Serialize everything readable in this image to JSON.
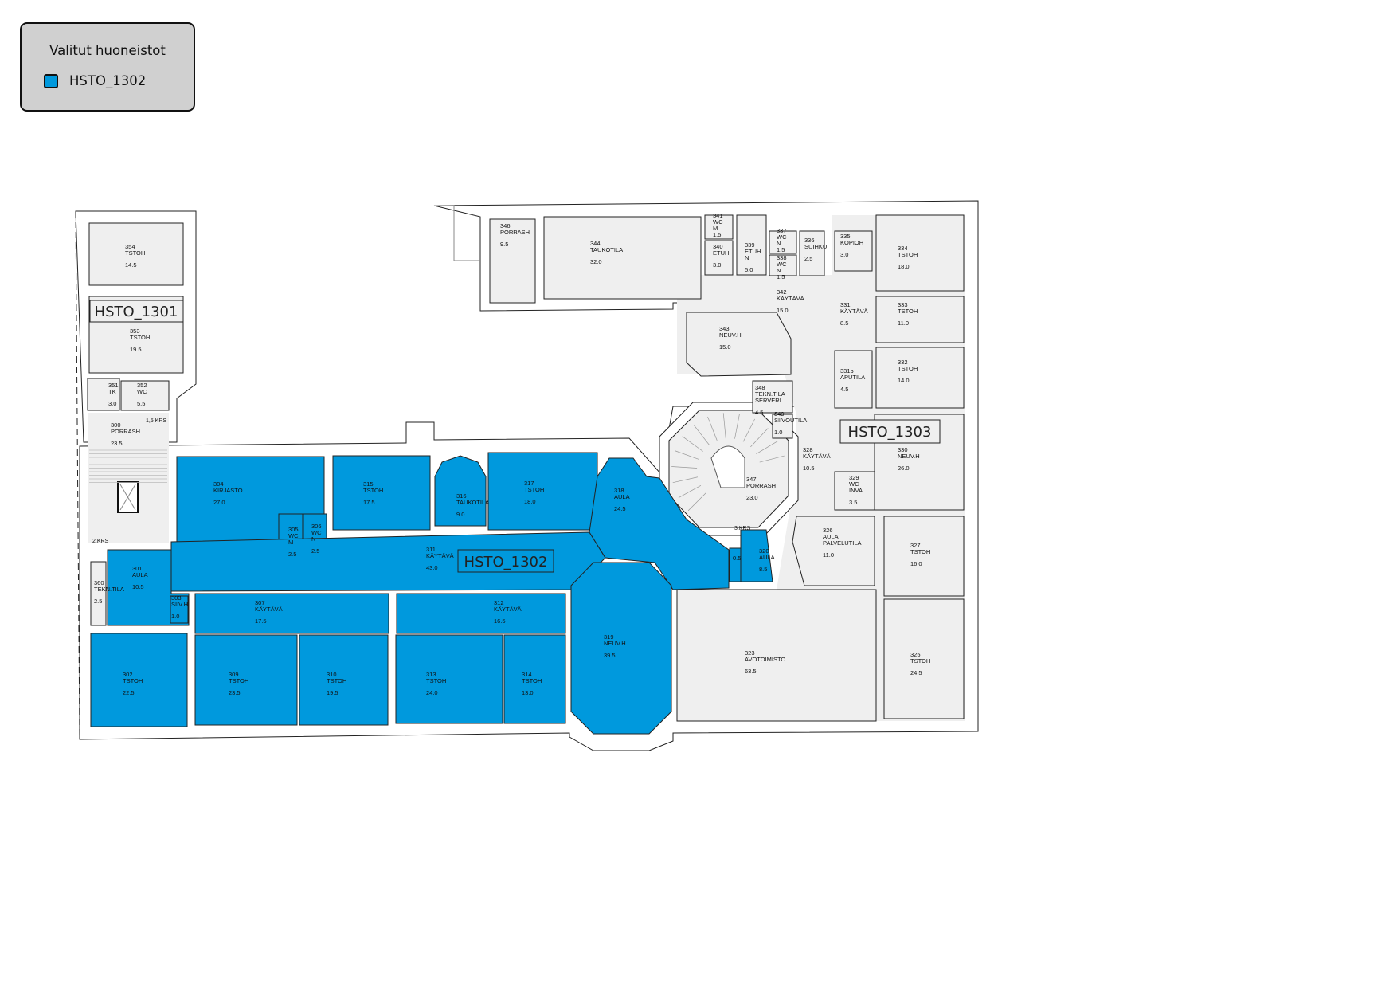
{
  "legend": {
    "title": "Valitut huoneistot",
    "items": [
      {
        "label": "HSTO_1302",
        "color": "#0099dd"
      }
    ]
  },
  "selected_apartment": "HSTO_1302",
  "colors": {
    "selected": "#0099dd",
    "room": "#efefef",
    "wall": "#ffffff",
    "line": "#222222"
  },
  "apartment_labels": [
    "HSTO_1301",
    "HSTO_1302",
    "HSTO_1303"
  ],
  "floor_labels": [
    "1,5 KRS",
    "2.KRS",
    "3.KRS"
  ],
  "rooms": [
    {
      "number": "354",
      "name": [
        "TSTOH"
      ],
      "area": "14.5",
      "apartment": "HSTO_1301"
    },
    {
      "number": "353",
      "name": [
        "TSTOH"
      ],
      "area": "19.5",
      "apartment": "HSTO_1301"
    },
    {
      "number": "351",
      "name": [
        "TK"
      ],
      "area": "3.0",
      "apartment": "HSTO_1301"
    },
    {
      "number": "352",
      "name": [
        "WC"
      ],
      "area": "5.5",
      "apartment": "HSTO_1301"
    },
    {
      "number": "300",
      "name": [
        "PORRASH"
      ],
      "area": "23.5",
      "apartment": ""
    },
    {
      "number": "360",
      "name": [
        "TEKN.TILA"
      ],
      "area": "2.5",
      "apartment": ""
    },
    {
      "number": "301",
      "name": [
        "AULA"
      ],
      "area": "10.5",
      "apartment": "HSTO_1302"
    },
    {
      "number": "303",
      "name": [
        "SIIV.H"
      ],
      "area": "1.0",
      "apartment": "HSTO_1302"
    },
    {
      "number": "304",
      "name": [
        "KIRJASTO"
      ],
      "area": "27.0",
      "apartment": "HSTO_1302"
    },
    {
      "number": "305",
      "name": [
        "WC",
        "M"
      ],
      "area": "2.5",
      "apartment": "HSTO_1302"
    },
    {
      "number": "306",
      "name": [
        "WC",
        "N"
      ],
      "area": "2.5",
      "apartment": "HSTO_1302"
    },
    {
      "number": "315",
      "name": [
        "TSTOH"
      ],
      "area": "17.5",
      "apartment": "HSTO_1302"
    },
    {
      "number": "316",
      "name": [
        "TAUKOTILA"
      ],
      "area": "9.0",
      "apartment": "HSTO_1302"
    },
    {
      "number": "317",
      "name": [
        "TSTOH"
      ],
      "area": "18.0",
      "apartment": "HSTO_1302"
    },
    {
      "number": "311",
      "name": [
        "KÄYTÄVÄ"
      ],
      "area": "43.0",
      "apartment": "HSTO_1302"
    },
    {
      "number": "318",
      "name": [
        "AULA"
      ],
      "area": "24.5",
      "apartment": "HSTO_1302"
    },
    {
      "number": "307",
      "name": [
        "KÄYTÄVÄ"
      ],
      "area": "17.5",
      "apartment": "HSTO_1302"
    },
    {
      "number": "312",
      "name": [
        "KÄYTÄVÄ"
      ],
      "area": "16.5",
      "apartment": "HSTO_1302"
    },
    {
      "number": "302",
      "name": [
        "TSTOH"
      ],
      "area": "22.5",
      "apartment": "HSTO_1302"
    },
    {
      "number": "309",
      "name": [
        "TSTOH"
      ],
      "area": "23.5",
      "apartment": "HSTO_1302"
    },
    {
      "number": "310",
      "name": [
        "TSTOH"
      ],
      "area": "19.5",
      "apartment": "HSTO_1302"
    },
    {
      "number": "313",
      "name": [
        "TSTOH"
      ],
      "area": "24.0",
      "apartment": "HSTO_1302"
    },
    {
      "number": "314",
      "name": [
        "TSTOH"
      ],
      "area": "13.0",
      "apartment": "HSTO_1302"
    },
    {
      "number": "319",
      "name": [
        "NEUV.H"
      ],
      "area": "39.5",
      "apartment": "HSTO_1302"
    },
    {
      "number": "320",
      "name": [
        "AULA"
      ],
      "area": "8.5",
      "apartment": "HSTO_1302"
    },
    {
      "number": "",
      "name": [],
      "area": "0.5",
      "apartment": "HSTO_1302"
    },
    {
      "number": "346",
      "name": [
        "PORRASH"
      ],
      "area": "9.5",
      "apartment": ""
    },
    {
      "number": "344",
      "name": [
        "TAUKOTILA"
      ],
      "area": "32.0",
      "apartment": "HSTO_1303"
    },
    {
      "number": "341",
      "name": [
        "WC",
        "M"
      ],
      "area": "1.5",
      "apartment": "HSTO_1303"
    },
    {
      "number": "340",
      "name": [
        "ETUH"
      ],
      "area": "3.0",
      "apartment": "HSTO_1303"
    },
    {
      "number": "339",
      "name": [
        "ETUH",
        "N"
      ],
      "area": "5.0",
      "apartment": "HSTO_1303"
    },
    {
      "number": "337",
      "name": [
        "WC",
        "N"
      ],
      "area": "1.5",
      "apartment": "HSTO_1303"
    },
    {
      "number": "338",
      "name": [
        "WC",
        "N"
      ],
      "area": "1.5",
      "apartment": "HSTO_1303"
    },
    {
      "number": "336",
      "name": [
        "SUIHKU"
      ],
      "area": "2.5",
      "apartment": "HSTO_1303"
    },
    {
      "number": "335",
      "name": [
        "KOPIOH"
      ],
      "area": "3.0",
      "apartment": "HSTO_1303"
    },
    {
      "number": "334",
      "name": [
        "TSTOH"
      ],
      "area": "18.0",
      "apartment": "HSTO_1303"
    },
    {
      "number": "333",
      "name": [
        "TSTOH"
      ],
      "area": "11.0",
      "apartment": "HSTO_1303"
    },
    {
      "number": "332",
      "name": [
        "TSTOH"
      ],
      "area": "14.0",
      "apartment": "HSTO_1303"
    },
    {
      "number": "342",
      "name": [
        "KÄYTÄVÄ"
      ],
      "area": "15.0",
      "apartment": "HSTO_1303"
    },
    {
      "number": "343",
      "name": [
        "NEUV.H"
      ],
      "area": "15.0",
      "apartment": "HSTO_1303"
    },
    {
      "number": "331",
      "name": [
        "KÄYTÄVÄ"
      ],
      "area": "8.5",
      "apartment": "HSTO_1303"
    },
    {
      "number": "331b",
      "name": [
        "APUTILA"
      ],
      "area": "4.5",
      "apartment": "HSTO_1303"
    },
    {
      "number": "348",
      "name": [
        "TEKN.TILA",
        "SERVERI"
      ],
      "area": "4.5",
      "apartment": "HSTO_1303"
    },
    {
      "number": "349",
      "name": [
        "SIIVOUTILA"
      ],
      "area": "1.0",
      "apartment": "HSTO_1303"
    },
    {
      "number": "328",
      "name": [
        "KÄYTÄVÄ"
      ],
      "area": "10.5",
      "apartment": "HSTO_1303"
    },
    {
      "number": "330",
      "name": [
        "NEUV.H"
      ],
      "area": "26.0",
      "apartment": "HSTO_1303"
    },
    {
      "number": "329",
      "name": [
        "WC",
        "INVA"
      ],
      "area": "3.5",
      "apartment": "HSTO_1303"
    },
    {
      "number": "347",
      "name": [
        "PORRASH"
      ],
      "area": "23.0",
      "apartment": ""
    },
    {
      "number": "326",
      "name": [
        "AULA",
        "PALVELUTILA"
      ],
      "area": "11.0",
      "apartment": "HSTO_1303"
    },
    {
      "number": "327",
      "name": [
        "TSTOH"
      ],
      "area": "16.0",
      "apartment": "HSTO_1303"
    },
    {
      "number": "325",
      "name": [
        "TSTOH"
      ],
      "area": "24.5",
      "apartment": "HSTO_1303"
    },
    {
      "number": "323",
      "name": [
        "AVOTOIMISTO"
      ],
      "area": "63.5",
      "apartment": "HSTO_1303"
    }
  ]
}
